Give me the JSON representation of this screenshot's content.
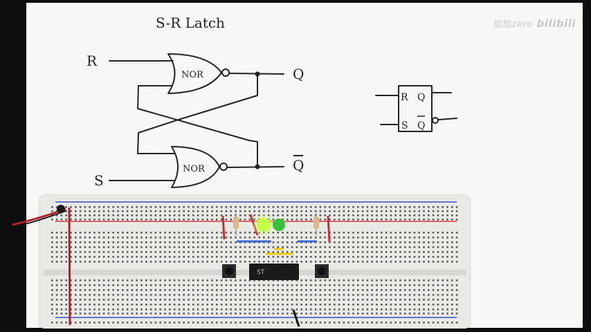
{
  "diagram": {
    "title": "S-R Latch",
    "gate_label": "NOR",
    "input_r": "R",
    "input_s": "S",
    "output_q": "Q",
    "output_q_bar": "Q",
    "symbol": {
      "r": "R",
      "s": "S",
      "q": "Q",
      "q_bar": "Q"
    }
  },
  "chip": {
    "marking": "ST"
  },
  "watermark": {
    "prefix": "加加zero",
    "brand": "bilibili"
  },
  "colors": {
    "paper": "#f7f7f5",
    "led_on": "#b8ff2a",
    "led_dim": "#36c13a",
    "rail_red": "#d8363a",
    "rail_blue": "#3350c8",
    "chip": "#1a1a1a"
  }
}
